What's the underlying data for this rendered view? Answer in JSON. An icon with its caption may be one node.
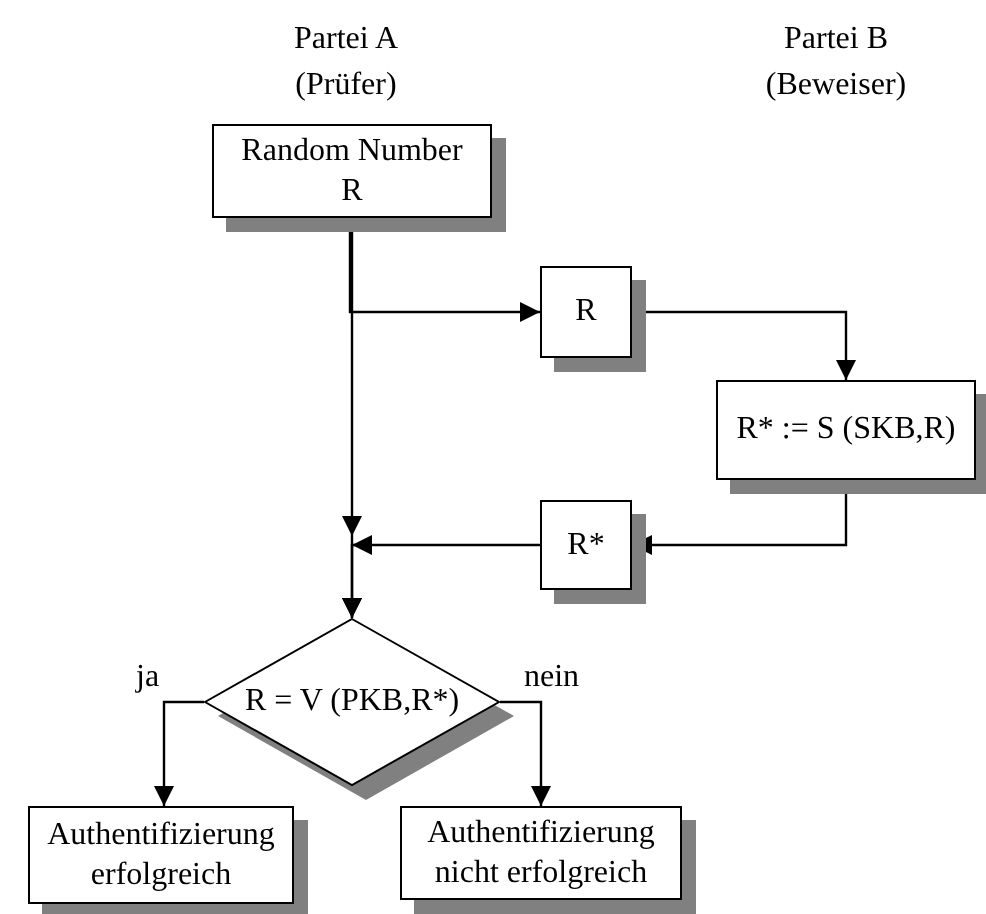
{
  "diagram": {
    "nodes": [
      {
        "text": [
          "Random Number R"
        ]
      },
      {
        "text": [
          "R"
        ]
      },
      {
        "text": [
          "R* := S (SKB,R)"
        ]
      },
      {
        "text": [
          "R*"
        ]
      },
      {
        "text": [
          "R = V (PKB,R*)"
        ]
      },
      {
        "text": [
          "Authentifizierung erfolgreich"
        ]
      },
      {
        "text": [
          "Authentifizierung nicht erfolgreich"
        ]
      }
    ],
    "edges": [
      {
        "from": 0,
        "to": 1,
        "arrow": "to"
      },
      {
        "from": 1,
        "to": 2,
        "arrow": "to"
      },
      {
        "from": 2,
        "to": 3,
        "arrow": "to"
      },
      {
        "from": 0,
        "to": 4,
        "arrow": "to"
      },
      {
        "from": 3,
        "to": 4,
        "arrow": "to"
      },
      {
        "from": 4,
        "to": 5,
        "label": "ja",
        "arrow": "to"
      },
      {
        "from": 4,
        "to": 6,
        "label": "nein",
        "arrow": "to"
      }
    ],
    "labels": [
      "Partei A (Prüfer)",
      "Partei B (Beweiser)"
    ]
  }
}
